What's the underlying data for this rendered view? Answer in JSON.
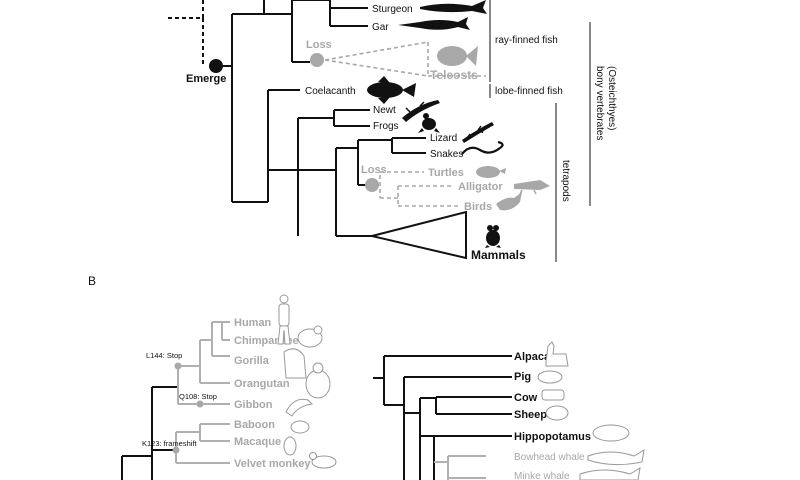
{
  "panel_a": {
    "emerge_label": "Emerge",
    "loss_label_fish": "Loss",
    "loss_label_tetrapods": "Loss",
    "taxa": {
      "sturgeon": "Sturgeon",
      "gar": "Gar",
      "teleosts": "Teleosts",
      "coelacanth": "Coelacanth",
      "newt": "Newt",
      "frogs": "Frogs",
      "lizard": "Lizard",
      "snakes": "Snakes",
      "turtles": "Turtles",
      "alligator": "Alligator",
      "birds": "Birds",
      "mammals": "Mammals"
    },
    "groups": {
      "ray_finned": "ray-finned fish",
      "lobe_finned": "lobe-finned fish",
      "tetrapods": "tetrapods",
      "bony_vertebrates": "bony vertebrates",
      "osteichthyes": "(Osteichthyes)"
    }
  },
  "panel_b": {
    "label": "B",
    "primates": {
      "human": "Human",
      "chimpanzee": "Chimpanzee",
      "gorilla": "Gorilla",
      "orangutan": "Orangutan",
      "gibbon": "Gibbon",
      "baboon": "Baboon",
      "macaque": "Macaque",
      "velvet_monkey": "Velvet monkey"
    },
    "mutations": {
      "l144": "L144: Stop",
      "q108": "Q108: Stop",
      "k123": "K123: frameshift"
    },
    "ungulates": {
      "alpaca": "Alpaca",
      "pig": "Pig",
      "cow": "Cow",
      "sheep": "Sheep",
      "hippopotamus": "Hippopotamus",
      "bowhead_whale": "Bowhead whale",
      "minke_whale": "Minke whale"
    }
  },
  "colors": {
    "present": "#111111",
    "lost": "#a8a8a8"
  }
}
